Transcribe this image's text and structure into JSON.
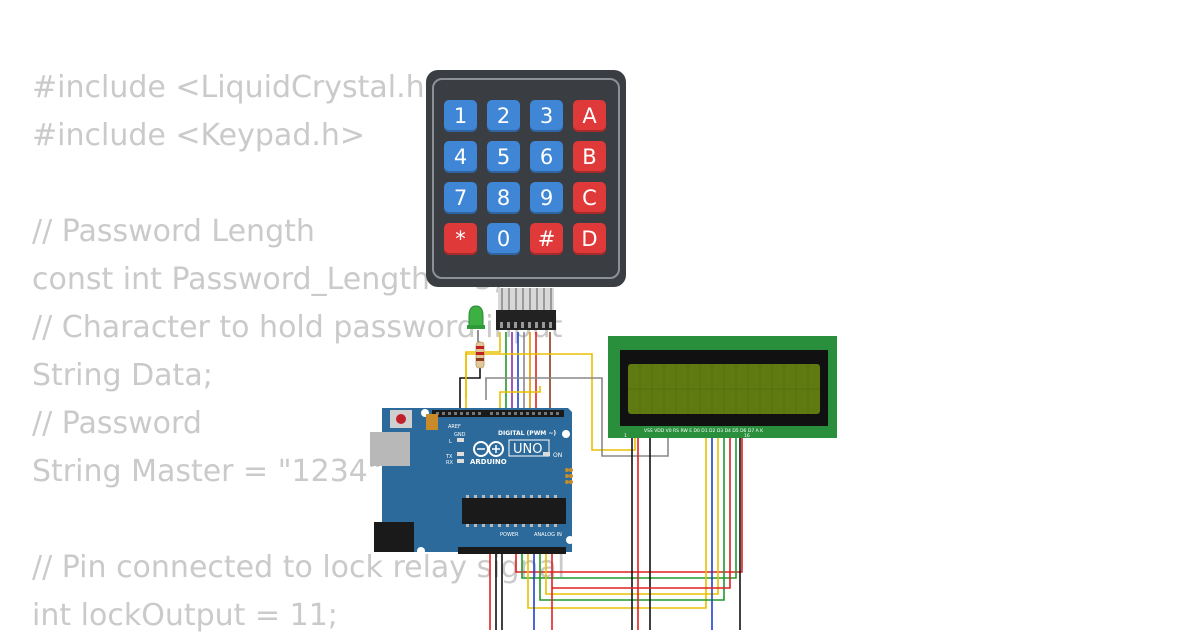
{
  "code_lines": [
    "#include <LiquidCrystal.h>",
    "#include <Keypad.h>",
    "",
    "// Password Length",
    "const int Password_Length = 5;",
    "// Character to hold password input",
    "String Data;",
    "// Password",
    "String Master = \"1234\";",
    "",
    "// Pin connected to lock relay signal",
    "int lockOutput = 11;"
  ],
  "keypad": {
    "keys": [
      [
        "1",
        "2",
        "3",
        "A"
      ],
      [
        "4",
        "5",
        "6",
        "B"
      ],
      [
        "7",
        "8",
        "9",
        "C"
      ],
      [
        "*",
        "0",
        "#",
        "D"
      ]
    ],
    "colors": {
      "number_key": "#3f87d6",
      "letter_key": "#e0393a",
      "body": "#3a3d42"
    }
  },
  "arduino": {
    "logo_text": "UNO",
    "brand": "ARDUINO",
    "digital_label": "DIGITAL (PWM ~)",
    "power_label": "POWER",
    "analog_label": "ANALOG IN",
    "on_label": "ON",
    "tx_label": "TX",
    "rx_label": "RX",
    "l_label": "L",
    "aref_label": "AREF",
    "gnd_label": "GND",
    "color": "#2b6a9a"
  },
  "lcd": {
    "pin_labels": "VSS VDD V0 RS RW E  D0 D1 D2 D3 D4 D5 D6 D7 A  K",
    "pin_first": "1",
    "pin_last": "16",
    "board_color": "#2a8f3c",
    "screen_color": "#5f7a10"
  },
  "led": {
    "color": "#3cb043"
  },
  "wire_colors": {
    "red": "#e02020",
    "black": "#111111",
    "yellow": "#e8c000",
    "green": "#1e9a2a",
    "blue": "#2040d0",
    "orange": "#e89000",
    "purple": "#8a2ab0",
    "brown": "#8b3a1a",
    "gray": "#888888"
  }
}
